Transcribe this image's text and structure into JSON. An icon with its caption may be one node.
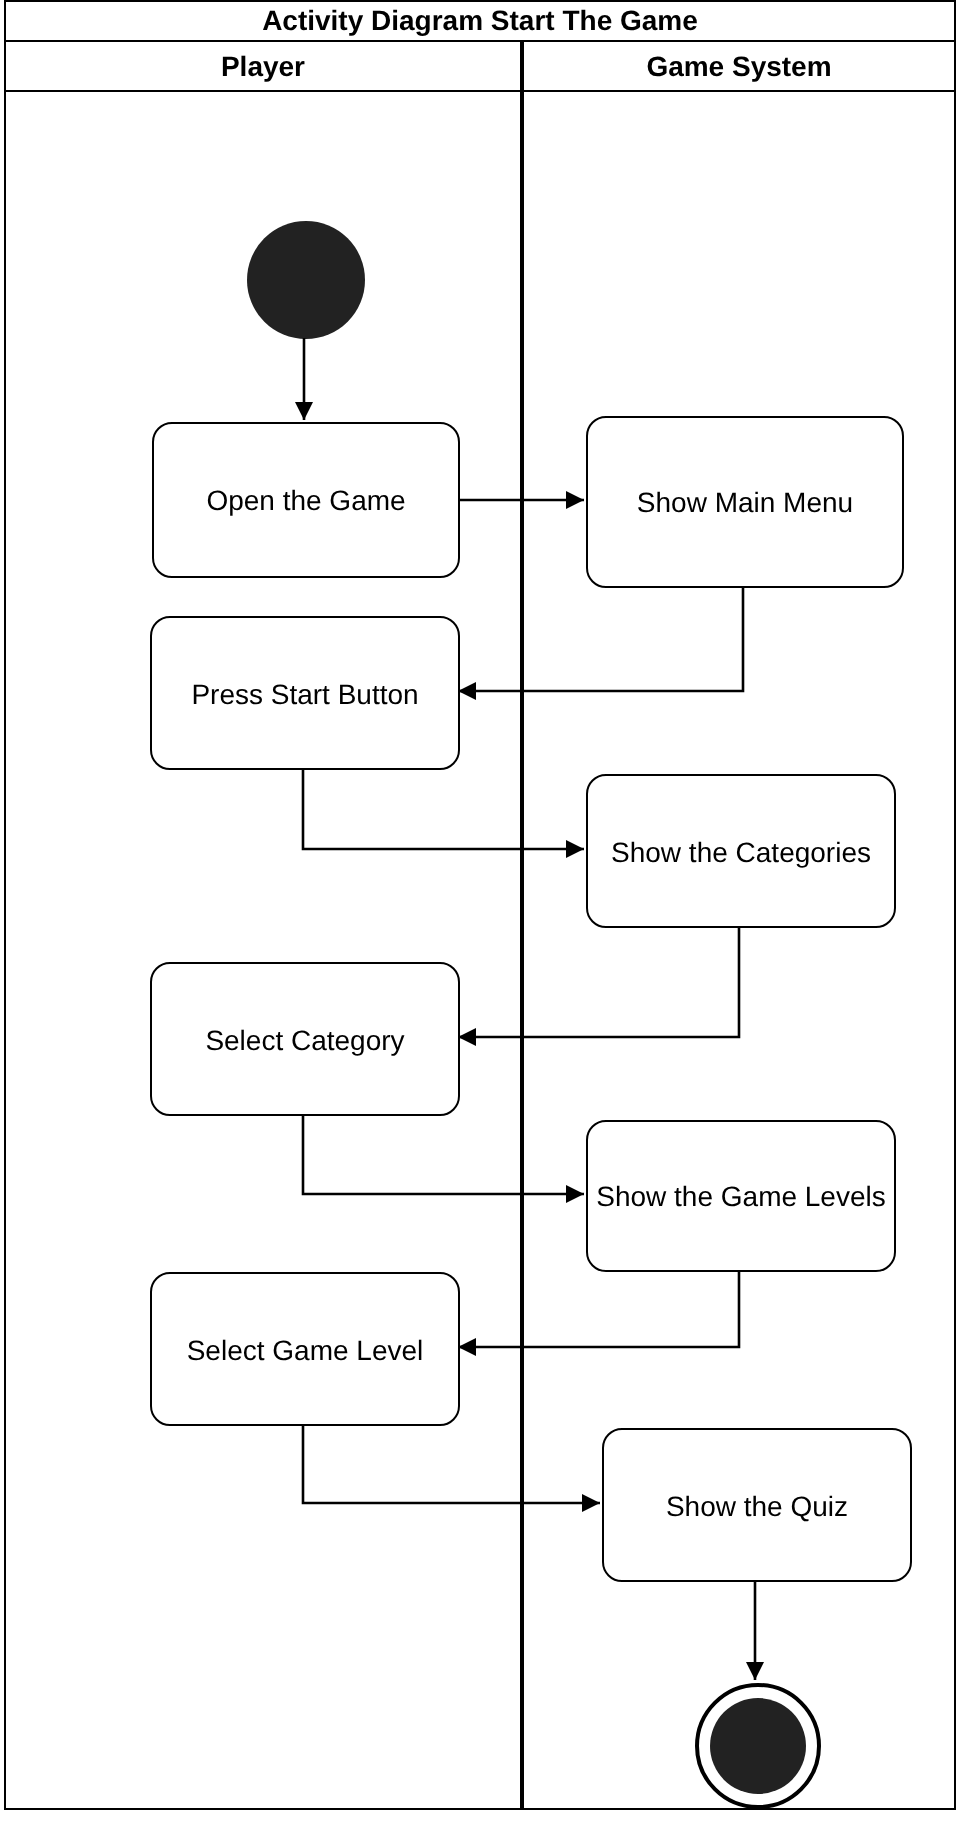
{
  "diagram": {
    "title": "Activity Diagram Start The Game",
    "nodes": [
      {
        "text": [
          "Player"
        ]
      },
      {
        "text": [
          "Game System"
        ]
      },
      {
        "text": [],
        "shape": "circle",
        "in": 0
      },
      {
        "text": [
          "Open the Game"
        ],
        "in": 0
      },
      {
        "text": [
          "Show Main Menu"
        ],
        "in": 1
      },
      {
        "text": [
          "Press Start Button"
        ],
        "in": 0
      },
      {
        "text": [
          "Show the Categories"
        ],
        "in": 1
      },
      {
        "text": [
          "Select Category"
        ],
        "in": 0
      },
      {
        "text": [
          "Show the Game Levels"
        ],
        "in": 1
      },
      {
        "text": [
          "Select Game Level"
        ],
        "in": 0
      },
      {
        "text": [
          "Show the Quiz"
        ],
        "in": 1
      },
      {
        "text": [],
        "shape": "circle",
        "in": 1
      }
    ],
    "edges": [
      {
        "from": 2,
        "to": 3,
        "arrow": "to"
      },
      {
        "from": 3,
        "to": 4,
        "arrow": "to"
      },
      {
        "from": 4,
        "to": 5,
        "arrow": "to"
      },
      {
        "from": 5,
        "to": 6,
        "arrow": "to"
      },
      {
        "from": 6,
        "to": 7,
        "arrow": "to"
      },
      {
        "from": 7,
        "to": 8,
        "arrow": "to"
      },
      {
        "from": 8,
        "to": 9,
        "arrow": "to"
      },
      {
        "from": 9,
        "to": 10,
        "arrow": "to"
      },
      {
        "from": 10,
        "to": 11,
        "arrow": "to"
      }
    ]
  }
}
